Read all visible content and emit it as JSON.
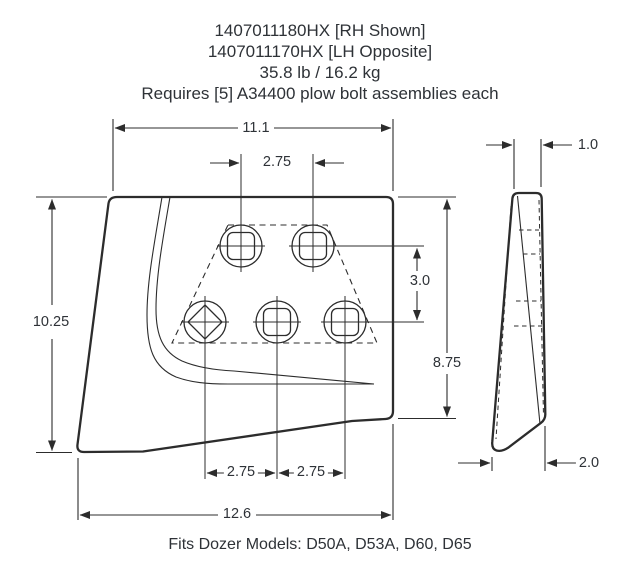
{
  "title_block": {
    "part_number_rh": "1407011180HX [RH Shown]",
    "part_number_lh": "1407011170HX [LH Opposite]",
    "weight": "35.8 lb / 16.2 kg",
    "hardware_note": "Requires [5] A34400 plow bolt assemblies each"
  },
  "footer": {
    "fits_models": "Fits Dozer Models: D50A, D53A, D60, D65"
  },
  "front_view": {
    "dims": {
      "top_width": "11.1",
      "top_hole_spacing": "2.75",
      "hole_row_spacing": "3.0",
      "right_height": "8.75",
      "left_height": "10.25",
      "bottom_hole_spacing_1": "2.75",
      "bottom_hole_spacing_2": "2.75",
      "bottom_width": "12.6"
    },
    "hole_count": 5
  },
  "side_view": {
    "dims": {
      "top_thickness": "1.0",
      "bottom_thickness": "2.0"
    }
  },
  "colors": {
    "line": "#2c2c2c",
    "text": "#2e3237",
    "background": "#ffffff"
  }
}
